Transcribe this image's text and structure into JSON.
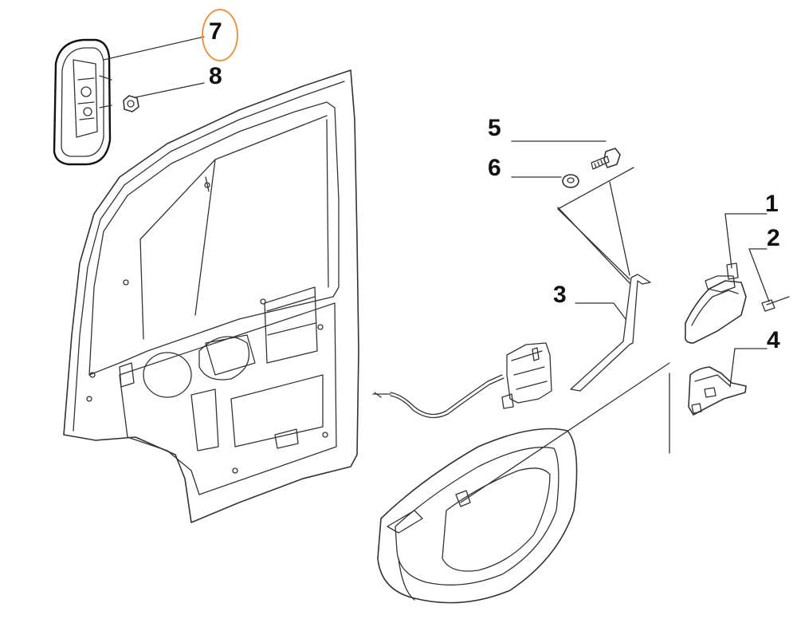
{
  "callouts": [
    {
      "id": "7",
      "label": "7",
      "part": "exterior-mirror-bracket",
      "highlighted": true
    },
    {
      "id": "8",
      "label": "8",
      "part": "nut"
    },
    {
      "id": "5",
      "label": "5",
      "part": "bolt"
    },
    {
      "id": "6",
      "label": "6",
      "part": "washer-nut"
    },
    {
      "id": "3",
      "label": "3",
      "part": "lock-rod"
    },
    {
      "id": "1",
      "label": "1",
      "part": "interior-handle"
    },
    {
      "id": "2",
      "label": "2",
      "part": "screw"
    },
    {
      "id": "4",
      "label": "4",
      "part": "handle-cover"
    }
  ],
  "colors": {
    "line": "#222222",
    "highlight": "#e8964a",
    "background": "#ffffff"
  }
}
